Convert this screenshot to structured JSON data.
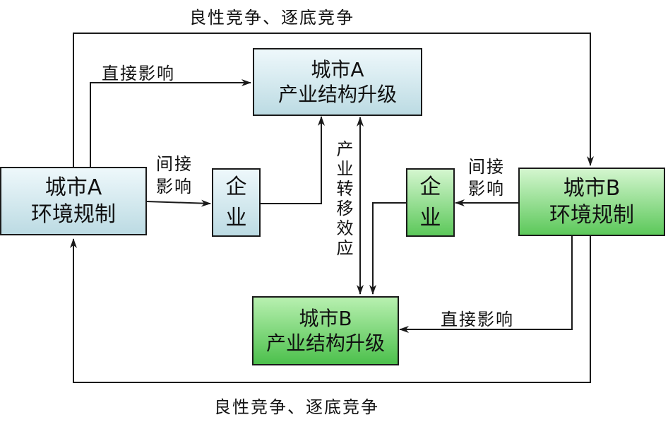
{
  "boxes": {
    "city_a_env": {
      "line1": "城市A",
      "line2": "环境规制"
    },
    "city_a_ind": {
      "line1": "城市A",
      "line2": "产业结构升级"
    },
    "firm_a": {
      "line1": "企",
      "line2": "业"
    },
    "city_b_env": {
      "line1": "城市B",
      "line2": "环境规制"
    },
    "city_b_ind": {
      "line1": "城市B",
      "line2": "产业结构升级"
    },
    "firm_b": {
      "line1": "企",
      "line2": "业"
    }
  },
  "labels": {
    "top_competition": "良性竞争、逐底竞争",
    "bottom_competition": "良性竞争、逐底竞争",
    "direct_effect_a": "直接影响",
    "direct_effect_b": "直接影响",
    "indirect_a_line1": "间接",
    "indirect_a_line2": "影响",
    "indirect_b_line1": "间接",
    "indirect_b_line2": "影响",
    "transfer_effect": "产业转移效应"
  },
  "colors": {
    "blue_box": "#cfe8ee",
    "green_box": "#6fd46a",
    "line": "#1a1a1a"
  }
}
